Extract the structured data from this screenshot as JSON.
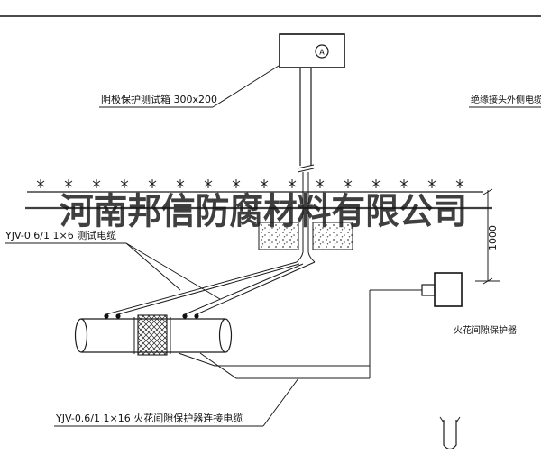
{
  "watermark": {
    "company": "河南邦信防腐材料有限公司"
  },
  "labels": {
    "test_box": "阴极保护测试箱 300x200",
    "insulated_joint_cable": "绝缘接头外侧电缆",
    "test_cable": "YJV-0.6/1 1×6  测试电缆",
    "protector_cable": "YJV-0.6/1 1×16  火花间隙保护器连接电缆",
    "spark_gap_protector": "火花间隙保护器",
    "dimension_1000": "1000",
    "box_marker": "A"
  },
  "colors": {
    "line": "#1b1b1b",
    "watermark": "#151515",
    "background": "#ffffff"
  }
}
